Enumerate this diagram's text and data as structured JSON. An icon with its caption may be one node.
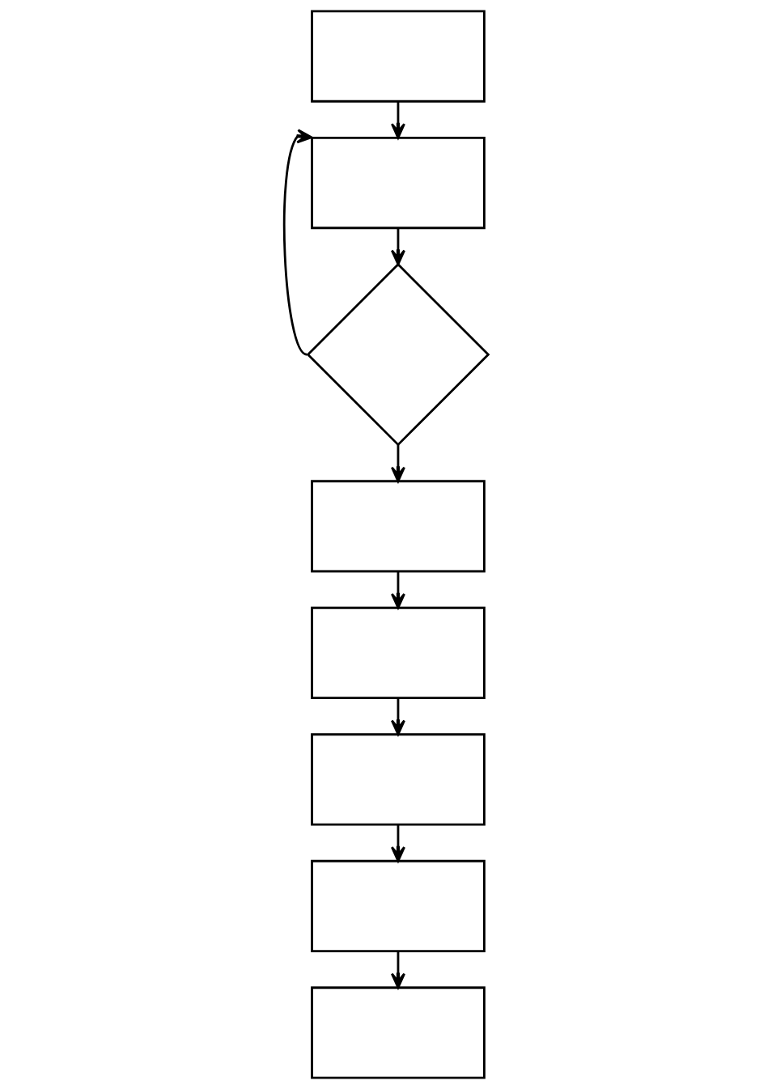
{
  "diagram": {
    "nodes": [
      {
        "text": [],
        "shape": "box"
      },
      {
        "text": [],
        "shape": "box"
      },
      {
        "text": [],
        "shape": "diamond"
      },
      {
        "text": [],
        "shape": "box"
      },
      {
        "text": [],
        "shape": "box"
      },
      {
        "text": [],
        "shape": "box"
      },
      {
        "text": [],
        "shape": "box"
      },
      {
        "text": [],
        "shape": "box"
      }
    ],
    "edges": [
      {
        "from": 0,
        "to": 1,
        "arrow": "to"
      },
      {
        "from": 1,
        "to": 2,
        "arrow": "to"
      },
      {
        "from": 2,
        "to": 1,
        "arrow": "to"
      },
      {
        "from": 2,
        "to": 3,
        "arrow": "to"
      },
      {
        "from": 3,
        "to": 4,
        "arrow": "to"
      },
      {
        "from": 4,
        "to": 5,
        "arrow": "to"
      },
      {
        "from": 5,
        "to": 6,
        "arrow": "to"
      },
      {
        "from": 6,
        "to": 7,
        "arrow": "to"
      }
    ]
  }
}
